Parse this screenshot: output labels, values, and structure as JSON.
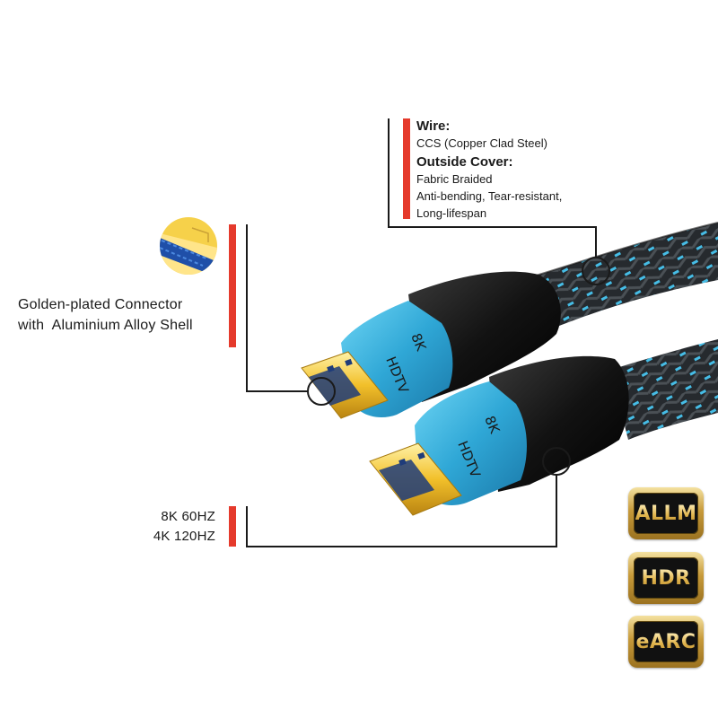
{
  "callouts": {
    "wire_heading": "Wire:",
    "wire_value": "CCS (Copper Clad Steel)",
    "cover_heading": "Outside Cover:",
    "cover_lines": [
      "Fabric Braided",
      "Anti-bending, Tear-resistant,",
      "Long-lifespan"
    ],
    "connector_lines": [
      "Golden-plated Connector",
      "with  Aluminium Alloy Shell"
    ],
    "spec_lines": [
      "8K 60HZ",
      "4K 120HZ"
    ]
  },
  "plug_labels": {
    "brand": "HDTV",
    "resolution": "8K"
  },
  "badges": [
    "ALLM",
    "HDR",
    "eARC"
  ],
  "colors": {
    "accent_red": "#e53a2c",
    "callout_line": "#1a1a1a",
    "cable_blue": "#3fb3dc",
    "gold": "#f2c02a"
  },
  "icons": [
    "connector-detail-icon"
  ]
}
